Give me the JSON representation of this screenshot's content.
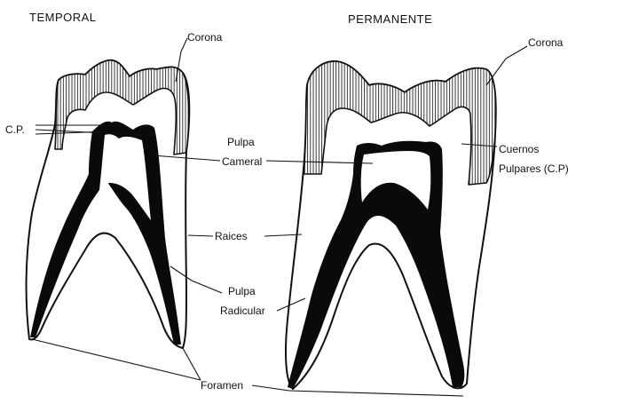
{
  "headings": {
    "temporal": "TEMPORAL",
    "permanente": "PERMANENTE"
  },
  "labels": {
    "corona_left": "Corona",
    "corona_right": "Corona",
    "cp": "C.P.",
    "pulpa_cameral_1": "Pulpa",
    "pulpa_cameral_2": "Cameral",
    "cuernos_1": "Cuernos",
    "cuernos_2": "Pulpares (C.P)",
    "raices": "Raices",
    "pulpa_radicular_1": "Pulpa",
    "pulpa_radicular_2": "Radicular",
    "foramen": "Foramen"
  },
  "colors": {
    "ink": "#111111",
    "pulp": "#0a0a0a",
    "background": "#ffffff"
  }
}
